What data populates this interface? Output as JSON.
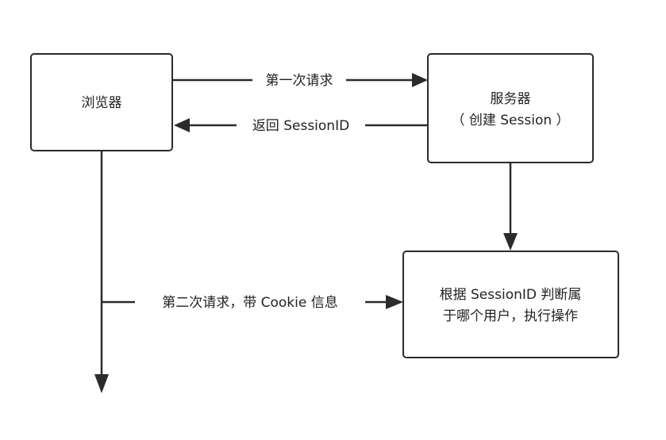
{
  "nodes": {
    "browser": {
      "label": "浏览器"
    },
    "server": {
      "line1": "服务器",
      "line2": "（ 创建 Session ）"
    },
    "handler": {
      "line1": "根据 SessionID 判断属",
      "line2": "于哪个用户，执行操作"
    }
  },
  "edges": {
    "first_request": "第一次请求",
    "return_session": "返回 SessionID",
    "second_request": "第二次请求，带 Cookie 信息"
  },
  "colors": {
    "stroke": "#2b2b2b",
    "text": "#222222",
    "background": "#ffffff"
  }
}
